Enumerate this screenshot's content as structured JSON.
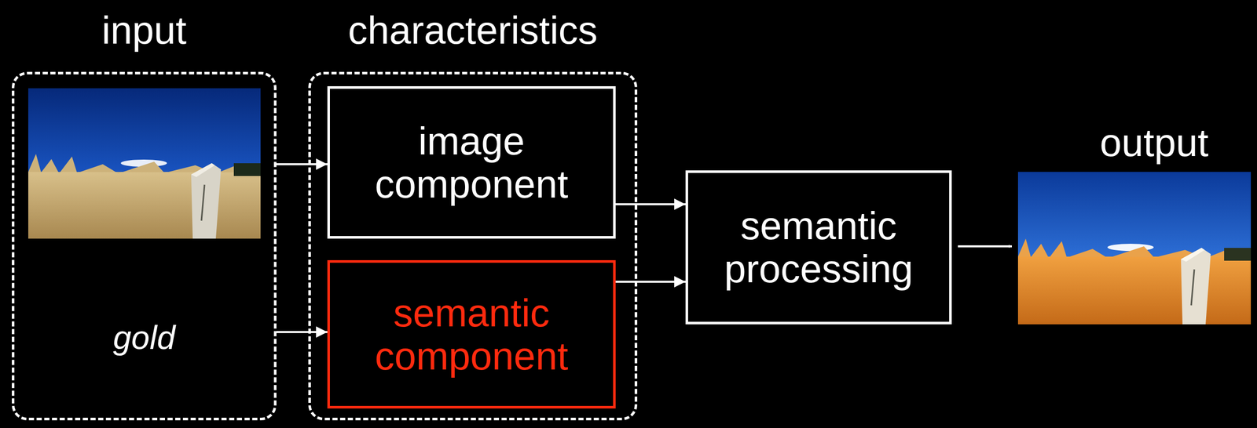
{
  "diagram": {
    "nodes": [
      {
        "text": [
          "input",
          "gold"
        ]
      },
      {
        "text": [
          "characteristics"
        ]
      },
      {
        "text": [
          "image component"
        ],
        "in": 1
      },
      {
        "text": [
          "semantic component"
        ],
        "in": 1
      },
      {
        "text": [
          "semantic processing"
        ]
      }
    ],
    "edges": [
      {
        "from": 0,
        "to": 2,
        "arrow": "to"
      },
      {
        "from": 0,
        "to": 3,
        "arrow": "to"
      },
      {
        "from": 2,
        "to": 4,
        "arrow": "to"
      },
      {
        "from": 3,
        "to": 4,
        "arrow": "to"
      }
    ],
    "labels": [
      "output"
    ]
  }
}
